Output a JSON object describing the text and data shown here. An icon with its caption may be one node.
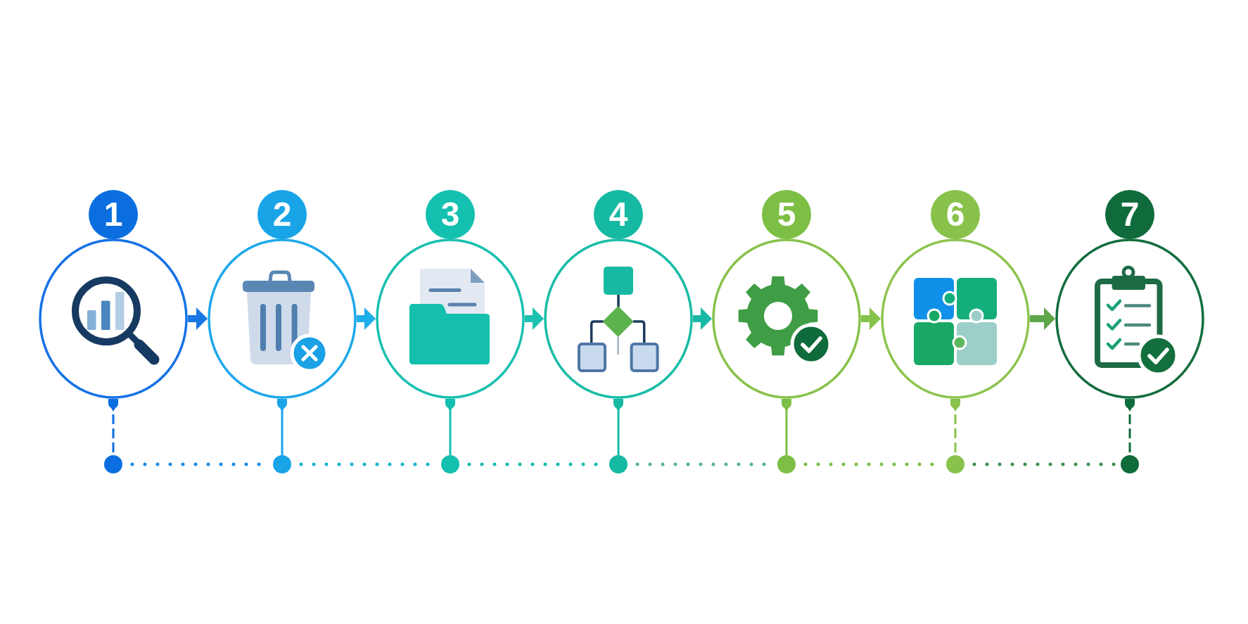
{
  "diagram": {
    "nodes": [
      {
        "text": [
          "1"
        ]
      },
      {
        "text": [
          "2"
        ]
      },
      {
        "text": [
          "3"
        ]
      },
      {
        "text": [
          "4"
        ]
      },
      {
        "text": [
          "5"
        ]
      },
      {
        "text": [
          "6"
        ]
      },
      {
        "text": [
          "7"
        ]
      },
      {
        "text": [],
        "shape": "circle"
      },
      {
        "text": [],
        "shape": "circle"
      },
      {
        "text": [],
        "shape": "circle"
      },
      {
        "text": [],
        "shape": "circle"
      },
      {
        "text": [],
        "shape": "circle"
      },
      {
        "text": [],
        "shape": "circle"
      },
      {
        "text": [],
        "shape": "circle"
      },
      {
        "text": [],
        "shape": "circle"
      },
      {
        "text": [],
        "shape": "circle"
      },
      {
        "text": [],
        "shape": "circle"
      },
      {
        "text": [],
        "shape": "circle"
      },
      {
        "text": [],
        "shape": "circle"
      },
      {
        "text": [],
        "shape": "circle"
      },
      {
        "text": [],
        "shape": "circle"
      }
    ],
    "edges": [
      {
        "from": 7,
        "to": 8,
        "arrow": "to",
        "style": "thick",
        "color": "#1877e2"
      },
      {
        "from": 8,
        "to": 9,
        "arrow": "to",
        "style": "thick",
        "color": "#1eaee8"
      },
      {
        "from": 9,
        "to": 10,
        "arrow": "to",
        "style": "thick",
        "color": "#1bc0b0"
      },
      {
        "from": 10,
        "to": 11,
        "arrow": "to",
        "style": "thick",
        "color": "#19b8a4"
      },
      {
        "from": 11,
        "to": 12,
        "arrow": "to",
        "style": "thick",
        "color": "#84c24c"
      },
      {
        "from": 12,
        "to": 13,
        "arrow": "to",
        "style": "thick",
        "color": "#5ea84b"
      },
      {
        "from": 7,
        "to": 14,
        "arrow": "other",
        "style": "dashed",
        "color": "#0b6ee0"
      },
      {
        "from": 8,
        "to": 15,
        "arrow": "other",
        "color": "#19a4e8"
      },
      {
        "from": 9,
        "to": 16,
        "arrow": "other",
        "color": "#14c0b0"
      },
      {
        "from": 10,
        "to": 17,
        "arrow": "other",
        "color": "#16b9a2"
      },
      {
        "from": 11,
        "to": 18,
        "arrow": "other",
        "color": "#7dbf45"
      },
      {
        "from": 12,
        "to": 19,
        "arrow": "other",
        "style": "dashed",
        "color": "#88c24b"
      },
      {
        "from": 13,
        "to": 20,
        "arrow": "other",
        "style": "dashed",
        "color": "#0f6b3b"
      },
      {
        "from": 14,
        "to": 15,
        "arrow": "none",
        "style": "dashed",
        "color": "#1b8ce6"
      },
      {
        "from": 15,
        "to": 16,
        "arrow": "none",
        "style": "dashed",
        "color": "#18b5cf"
      },
      {
        "from": 16,
        "to": 17,
        "arrow": "none",
        "style": "dashed",
        "color": "#17bdab"
      },
      {
        "from": 17,
        "to": 18,
        "arrow": "none",
        "style": "dashed",
        "color": "#53b88a"
      },
      {
        "from": 18,
        "to": 19,
        "arrow": "none",
        "style": "dashed",
        "color": "#7fc048"
      },
      {
        "from": 19,
        "to": 20,
        "arrow": "none",
        "style": "dashed",
        "color": "#3e9050"
      }
    ]
  }
}
